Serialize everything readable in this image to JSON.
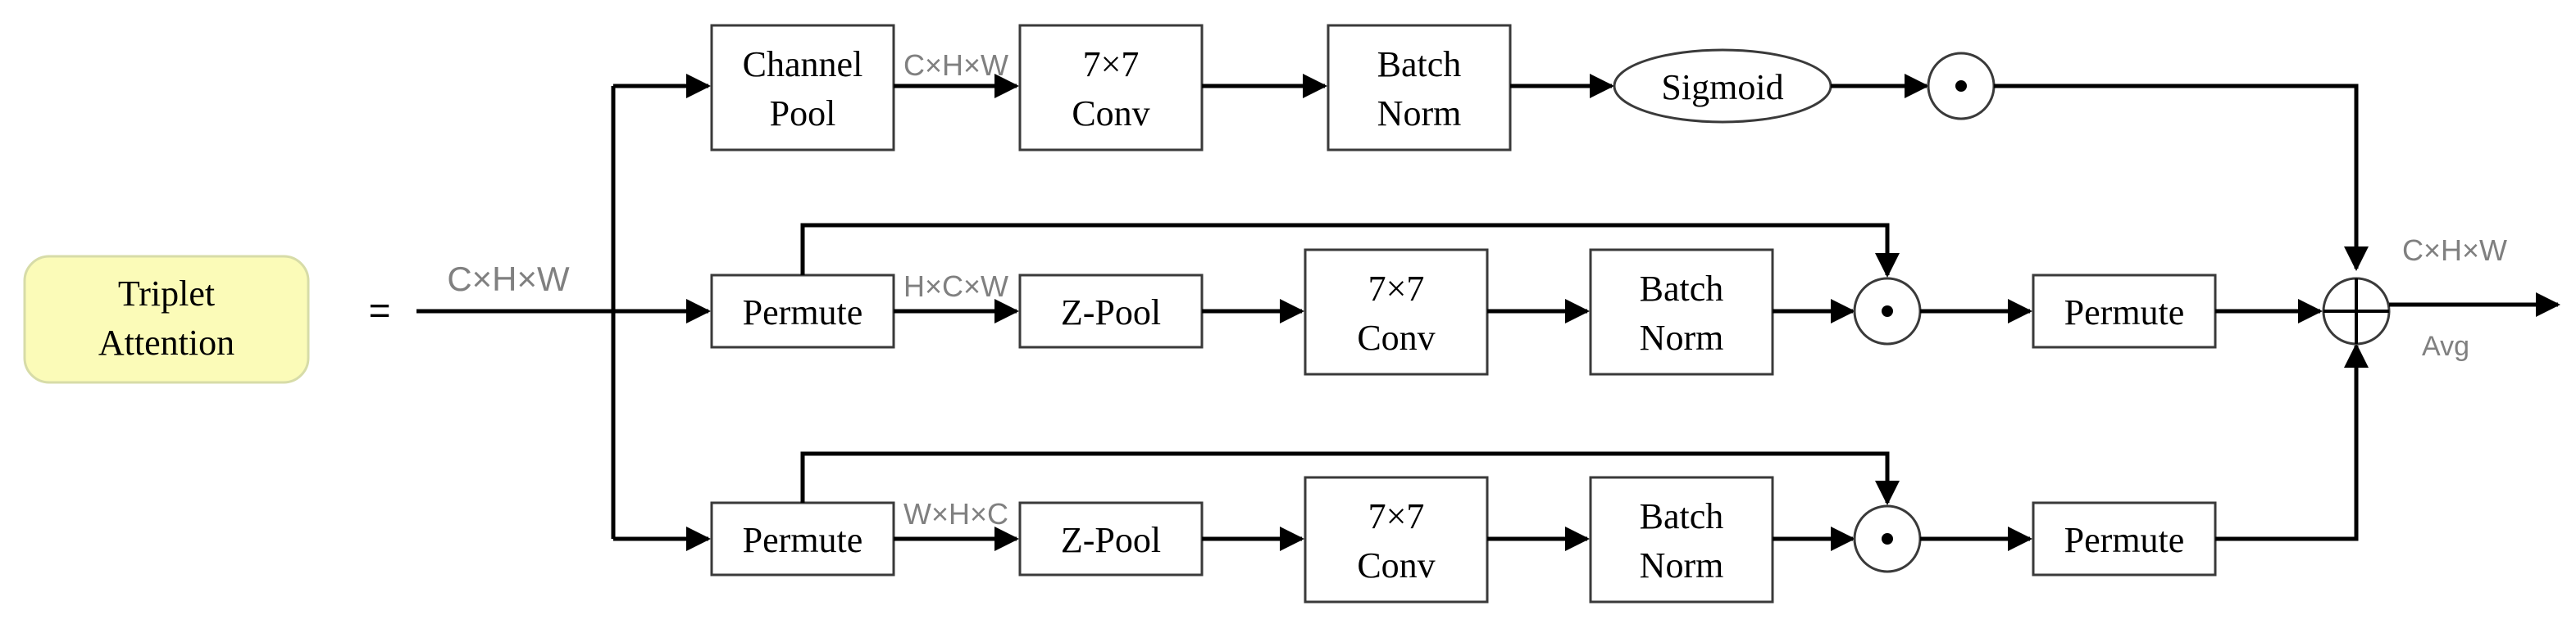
{
  "colors": {
    "triplet_fill": "#fbfbb8",
    "triplet_border": "#d7dca8",
    "line": "#000000",
    "dim_text": "#808080"
  },
  "triplet": {
    "line1": "Triplet",
    "line2": "Attention"
  },
  "equals": "=",
  "input_dim": "C×H×W",
  "branch1": {
    "pool": {
      "line1": "Channel",
      "line2": "Pool"
    },
    "dim": "C×H×W",
    "conv": {
      "line1": "7×7",
      "line2": "Conv"
    },
    "bn": {
      "line1": "Batch",
      "line2": "Norm"
    },
    "sigmoid": "Sigmoid",
    "mult": "⊙"
  },
  "branch2": {
    "permute": "Permute",
    "dim": "H×C×W",
    "zpool": "Z-Pool",
    "conv": {
      "line1": "7×7",
      "line2": "Conv"
    },
    "bn": {
      "line1": "Batch",
      "line2": "Norm"
    },
    "mult": "⊙",
    "permute_out": "Permute"
  },
  "branch3": {
    "permute": "Permute",
    "dim": "W×H×C",
    "zpool": "Z-Pool",
    "conv": {
      "line1": "7×7",
      "line2": "Conv"
    },
    "bn": {
      "line1": "Batch",
      "line2": "Norm"
    },
    "mult": "⊙",
    "permute_out": "Permute"
  },
  "output": {
    "sum": "⊕",
    "dim": "C×H×W",
    "avg": "Avg"
  }
}
